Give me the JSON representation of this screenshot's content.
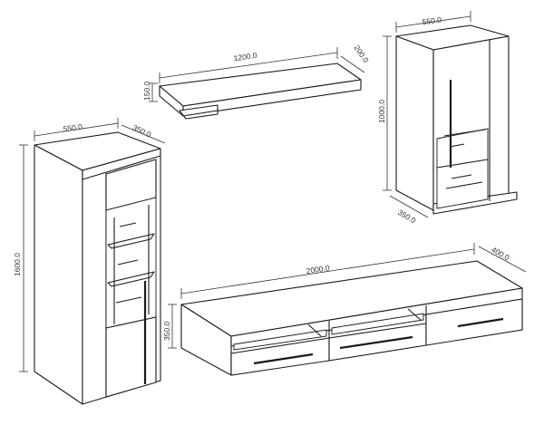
{
  "dimensions": {
    "shelf_width": "1200.0",
    "shelf_depth": "200.0",
    "shelf_height": "150.0",
    "cabinet_width": "550.0",
    "cabinet_height": "1000.0",
    "cabinet_depth": "350.0",
    "vitrine_width": "550.0",
    "vitrine_depth": "350.0",
    "vitrine_height": "1600.0",
    "tv_width": "2000.0",
    "tv_depth": "400.0",
    "tv_height": "350.0"
  }
}
